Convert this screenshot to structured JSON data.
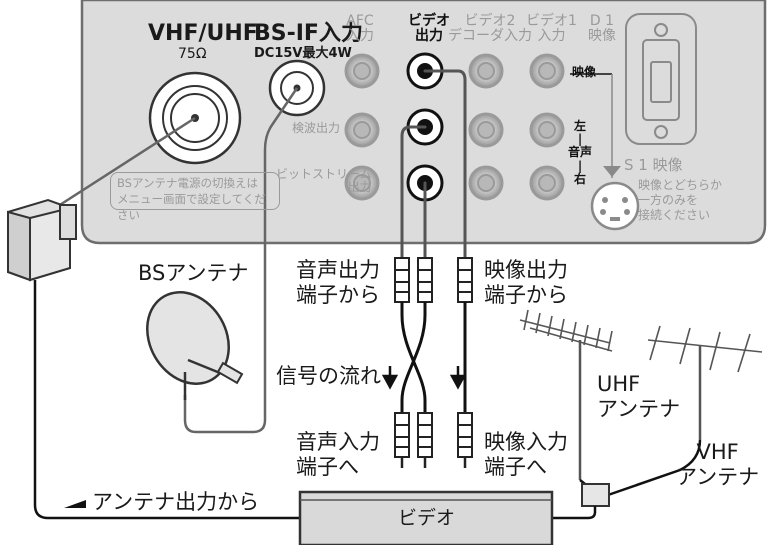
{
  "panel": {
    "vhf_uhf_title": "VHF/UHF",
    "vhf_uhf_ohm": "75Ω",
    "bs_if_title": "BS-IF入力",
    "bs_if_sub": "DC15V最大4W",
    "afc": "AFC\n入力",
    "video_out": "ビデオ\n出力",
    "video2": "ビデオ2\nデコーダ入力",
    "video1": "ビデオ1\n入力",
    "d1": "D 1\n映像",
    "eizou": "映像",
    "kenpa": "検波出力",
    "bitstream": "ビットストリーム\n出力",
    "left_audio_right": "左\n|\n音声\n|\n右",
    "s1_title": "S 1 映像",
    "s1_note": "映像とどちらか\n一方のみを\n接続ください",
    "bs_note": "BSアンテナ電源の切換えは\nメニュー画面で設定してください"
  },
  "labels": {
    "bs_antenna": "BSアンテナ",
    "audio_out": "音声出力\n端子から",
    "video_out_term": "映像出力\n端子から",
    "signal_flow": "信号の流れ",
    "audio_in": "音声入力\n端子へ",
    "video_in": "映像入力\n端子へ",
    "uhf_antenna": "UHF\nアンテナ",
    "vhf_antenna": "VHF\nアンテナ",
    "antenna_out": "アンテナ出力から",
    "video_deck": "ビデオ"
  },
  "colors": {
    "panel_fill": "#dcdcdc",
    "panel_stroke": "#6e6e6e",
    "line": "#555555",
    "dark": "#111111"
  }
}
